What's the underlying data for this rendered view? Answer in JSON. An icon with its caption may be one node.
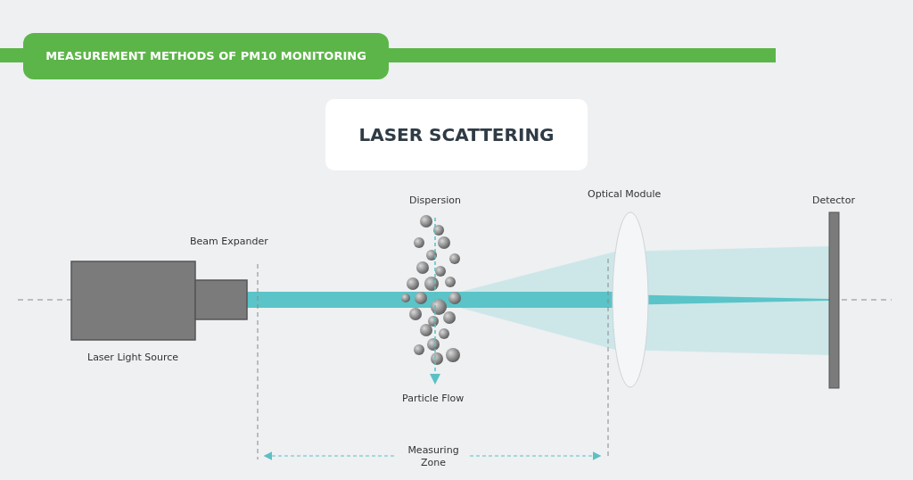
{
  "diagram": {
    "title": "MEASUREMENT METHODS OF PM10 MONITORING",
    "labels": [
      "LASER SCATTERING",
      "Dispersion",
      "Optical Module",
      "Detector",
      "Beam Expander",
      "Laser Light Source",
      "Particle Flow",
      "Measuring Zone"
    ]
  }
}
